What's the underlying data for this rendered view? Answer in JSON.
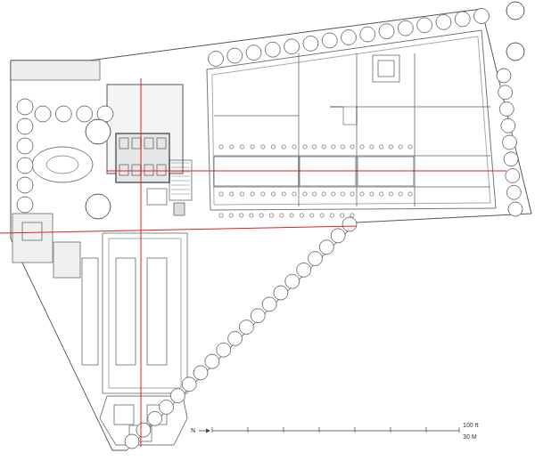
{
  "diagram": {
    "labels": [
      "N",
      "100 ft",
      "30 M"
    ]
  }
}
